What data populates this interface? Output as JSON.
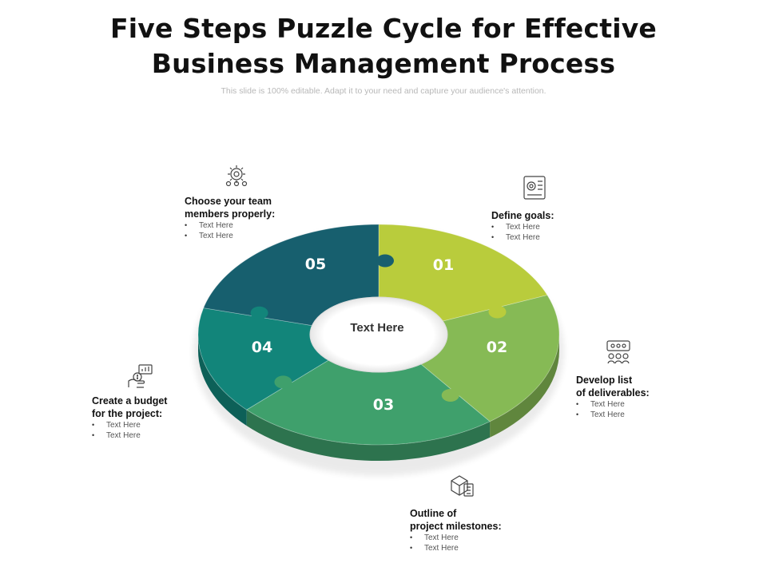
{
  "header": {
    "title_line1": "Five Steps Puzzle Cycle for Effective",
    "title_line2": "Business Management Process",
    "subtitle": "This slide is 100% editable. Adapt it to your need and capture your audience's attention."
  },
  "center": {
    "label": "Text Here"
  },
  "steps": [
    {
      "number": "01",
      "heading_line1": "Define goals:",
      "heading_line2": "",
      "bullets": [
        "Text Here",
        "Text Here"
      ],
      "icon": "target-document-icon",
      "color": "#b9cc3c"
    },
    {
      "number": "02",
      "heading_line1": "Develop list",
      "heading_line2": "of deliverables:",
      "bullets": [
        "Text Here",
        "Text Here"
      ],
      "icon": "team-network-icon",
      "color": "#86ba55"
    },
    {
      "number": "03",
      "heading_line1": "Outline of",
      "heading_line2": "project milestones:",
      "bullets": [
        "Text Here",
        "Text Here"
      ],
      "icon": "box-checklist-icon",
      "color": "#3fa06c"
    },
    {
      "number": "04",
      "heading_line1": "Create a budget",
      "heading_line2": "for the project:",
      "bullets": [
        "Text Here",
        "Text Here"
      ],
      "icon": "money-hand-icon",
      "color": "#12857a"
    },
    {
      "number": "05",
      "heading_line1": "Choose your team",
      "heading_line2": "members properly:",
      "bullets": [
        "Text Here",
        "Text Here"
      ],
      "icon": "team-gear-icon",
      "color": "#175f6e"
    }
  ]
}
